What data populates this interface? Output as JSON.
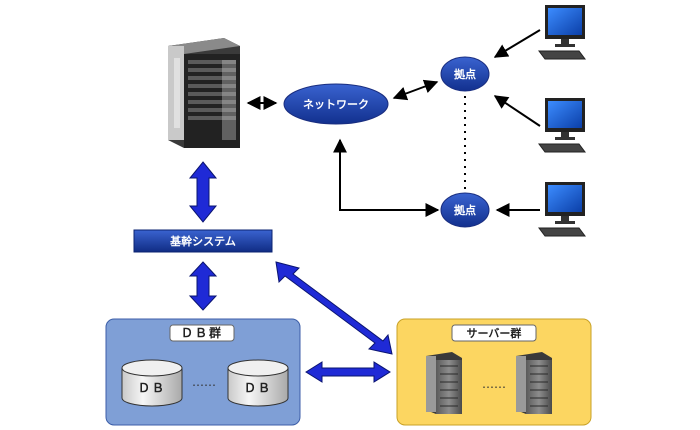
{
  "network": {
    "label": "ネットワーク"
  },
  "hubs": [
    {
      "label": "拠点"
    },
    {
      "label": "拠点"
    }
  ],
  "core_system": {
    "label": "基幹システム"
  },
  "db_group": {
    "title": "ＤＢ群",
    "db_left": "ＤＢ",
    "db_right": "ＤＢ",
    "ellipsis": "……"
  },
  "server_group": {
    "title": "サーバー群",
    "ellipsis": "……"
  },
  "colors": {
    "ellipse_blue": "#1f3fa8",
    "arrow_blue": "#1f2ad6",
    "db_box_fill": "#7f9fd6",
    "server_box_fill": "#fcd661",
    "core_bar_fill": "#1a46b0"
  }
}
